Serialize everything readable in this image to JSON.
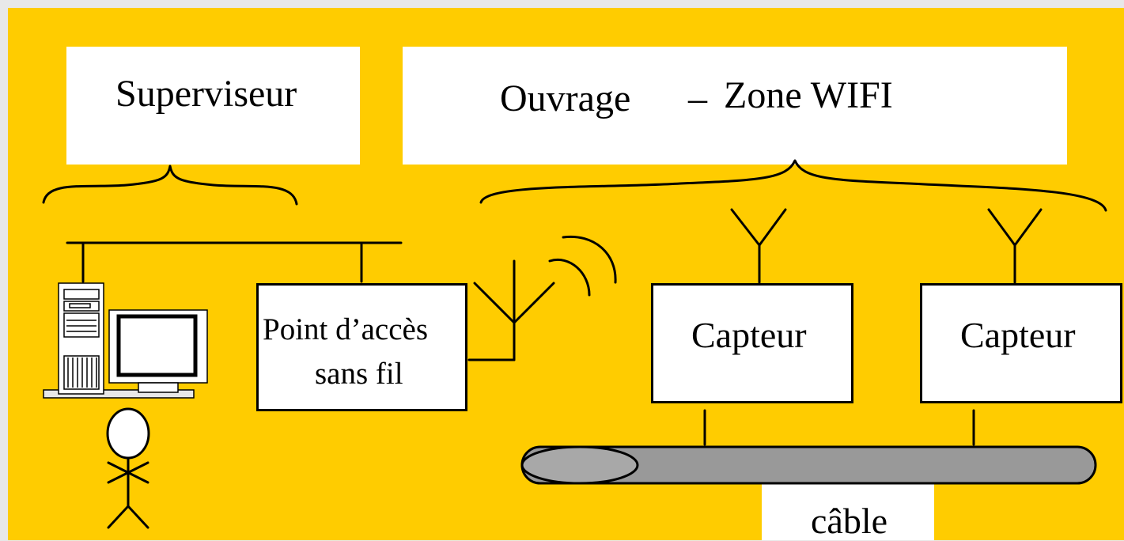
{
  "diagram": {
    "supervisor_label": "Superviseur",
    "structure_label_left": "Ouvrage",
    "structure_dash": "–",
    "structure_label_right": "Zone WIFI",
    "access_point_line1": "Point d’accès",
    "access_point_line2": "sans fil",
    "sensor_label_1": "Capteur",
    "sensor_label_2": "Capteur",
    "cable_label": "câble"
  },
  "colors": {
    "background": "#ffcc00",
    "outer": "#e8e8e8",
    "box_fill": "#ffffff",
    "cable_fill": "#999999",
    "cable_end_fill": "#a8a8a8"
  },
  "icons": [
    "computer-icon",
    "person-icon",
    "antenna-icon",
    "wave-signal-icon",
    "cable-icon"
  ]
}
